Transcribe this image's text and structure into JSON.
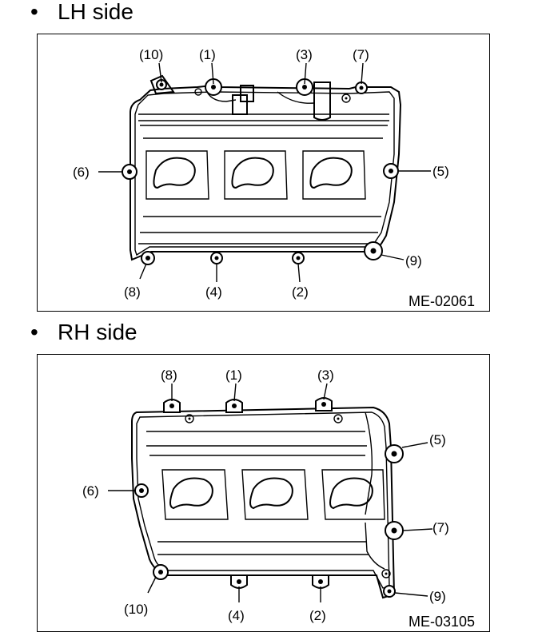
{
  "lh": {
    "heading_bullet": "•",
    "heading": "LH side",
    "figure_code": "ME-02061",
    "labels": {
      "b1": "(1)",
      "b2": "(2)",
      "b3": "(3)",
      "b4": "(4)",
      "b5": "(5)",
      "b6": "(6)",
      "b7": "(7)",
      "b8": "(8)",
      "b9": "(9)",
      "b10": "(10)"
    }
  },
  "rh": {
    "heading_bullet": "•",
    "heading": "RH side",
    "figure_code": "ME-03105",
    "labels": {
      "b1": "(1)",
      "b2": "(2)",
      "b3": "(3)",
      "b4": "(4)",
      "b5": "(5)",
      "b6": "(6)",
      "b7": "(7)",
      "b8": "(8)",
      "b9": "(9)",
      "b10": "(10)"
    }
  }
}
